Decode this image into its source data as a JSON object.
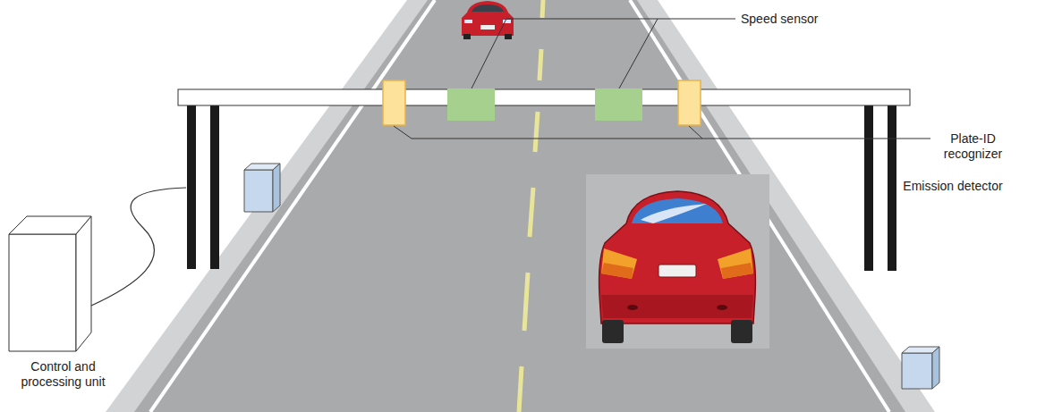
{
  "diagram": {
    "labels": [
      "Speed sensor",
      "Plate-ID recognizer",
      "Emission detector",
      "Control and processing unit"
    ]
  }
}
